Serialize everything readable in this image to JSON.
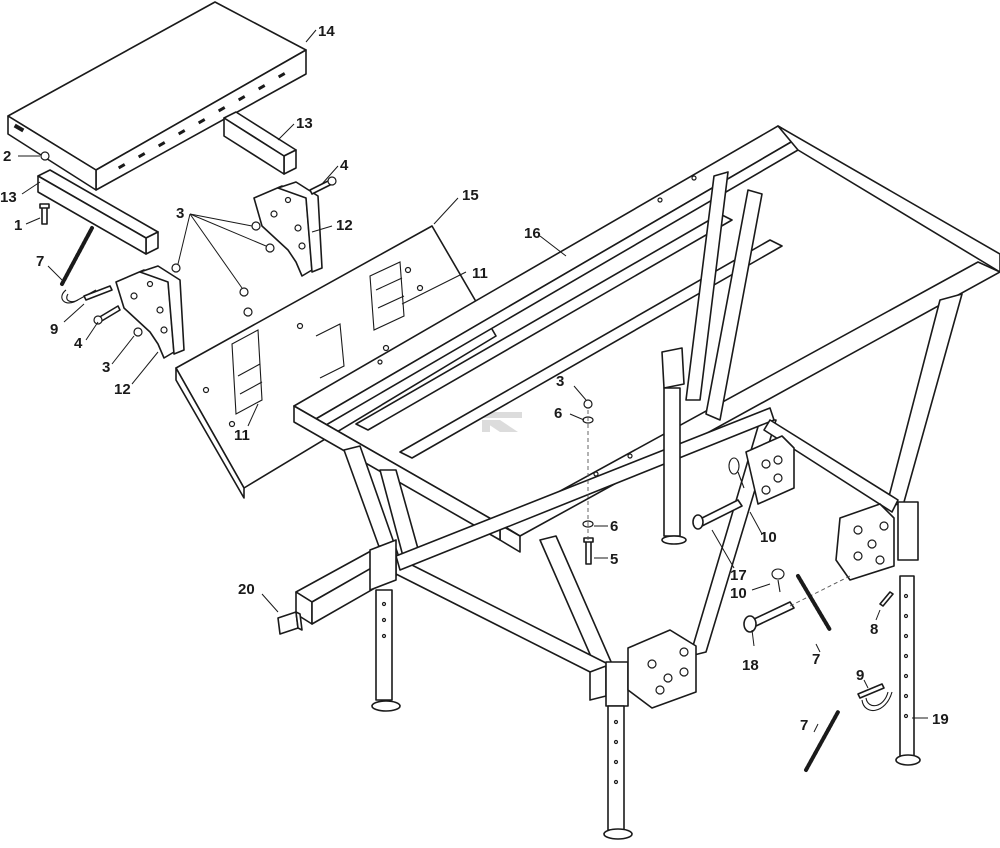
{
  "callouts": {
    "c14": "14",
    "c13a": "13",
    "c2": "2",
    "c13b": "13",
    "c1": "1",
    "c4a": "4",
    "c3a": "3",
    "c12a": "12",
    "c15": "15",
    "c11a": "11",
    "c16": "16",
    "c7a": "7",
    "c9a": "9",
    "c4b": "4",
    "c3b": "3",
    "c12b": "12",
    "c11b": "11",
    "c3c": "3",
    "c6a": "6",
    "c6b": "6",
    "c5": "5",
    "c10a": "10",
    "c17": "17",
    "c10b": "10",
    "c18": "18",
    "c7b": "7",
    "c8": "8",
    "c20": "20",
    "c9b": "9",
    "c19": "19",
    "c7c": "7"
  }
}
